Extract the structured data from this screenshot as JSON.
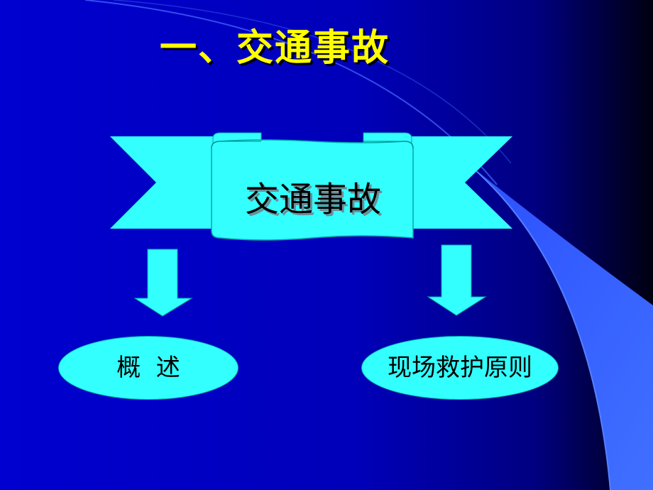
{
  "slide": {
    "title": "一、交通事故",
    "banner_label": "交通事故",
    "left_node": "概  述",
    "right_node": "现场救护原则"
  },
  "colors": {
    "background": "#0000cc",
    "title": "#ffff00",
    "shape_fill": "#33ffff",
    "accent_wedge": "#3366ff",
    "dark_edge": "#000033"
  }
}
